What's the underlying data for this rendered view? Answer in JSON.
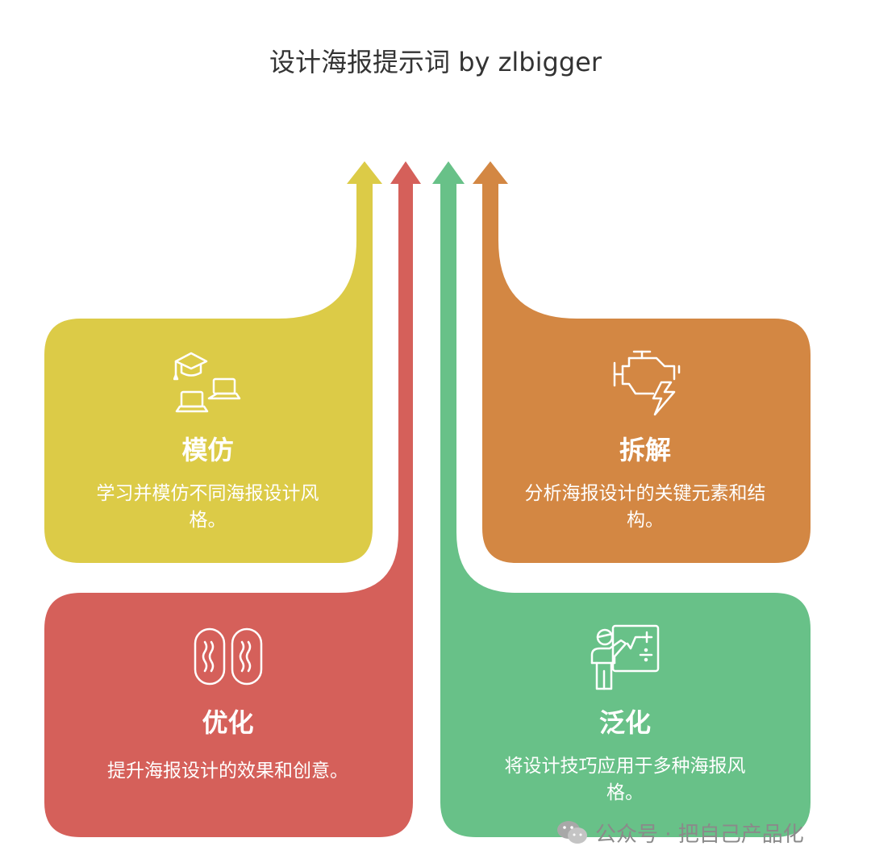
{
  "title": "设计海报提示词 by zlbigger",
  "colors": {
    "yellow": "#DCCB47",
    "red": "#D5605A",
    "green": "#68C188",
    "orange": "#D38743",
    "text_on_card": "#FFFFFF",
    "title_text": "#333333",
    "watermark_text": "#8A8A8A"
  },
  "cards": [
    {
      "id": "imitate",
      "title": "模仿",
      "description": "学习并模仿不同海报设计风格。",
      "icon": "graduation-cap-laptops-icon",
      "color": "yellow"
    },
    {
      "id": "deconstruct",
      "title": "拆解",
      "description": "分析海报设计的关键元素和结构。",
      "icon": "engine-lightning-icon",
      "color": "orange"
    },
    {
      "id": "optimize",
      "title": "优化",
      "description": "提升海报设计的效果和创意。",
      "icon": "heating-capsules-icon",
      "color": "red"
    },
    {
      "id": "generalize",
      "title": "泛化",
      "description": "将设计技巧应用于多种海报风格。",
      "icon": "teacher-board-icon",
      "color": "green"
    }
  ],
  "watermark": {
    "text": "公众号 · 把自己产品化",
    "icon": "wechat-icon"
  }
}
